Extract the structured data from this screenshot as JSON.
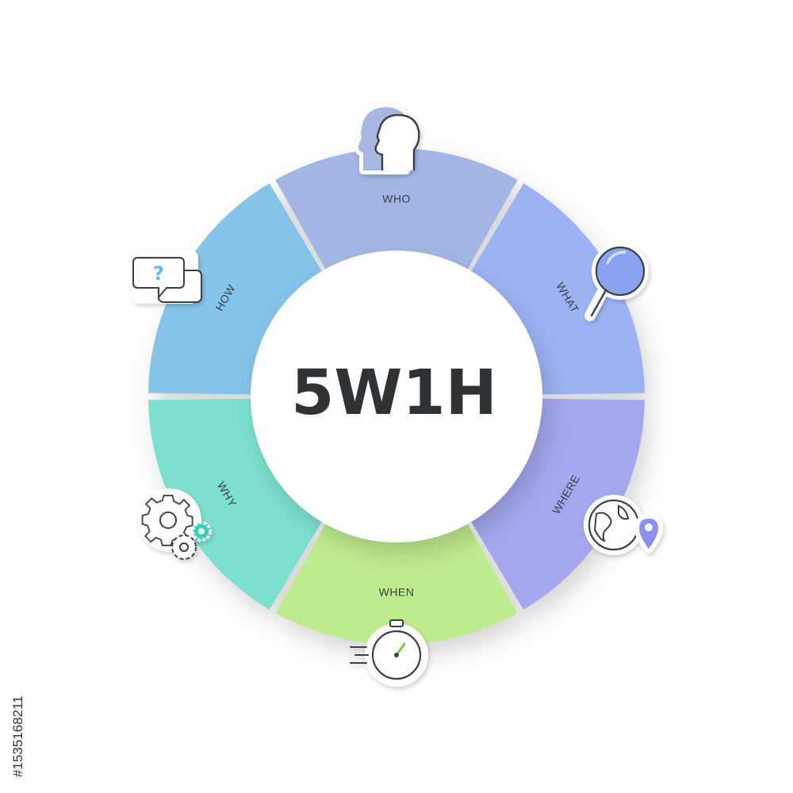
{
  "title": "5W1H",
  "segments": [
    {
      "key": "who",
      "label": "WHO",
      "color": "#a3b6e4",
      "icon": "head-silhouette-icon"
    },
    {
      "key": "what",
      "label": "WHAT",
      "color": "#9db2f3",
      "icon": "magnifier-icon"
    },
    {
      "key": "where",
      "label": "WHERE",
      "color": "#a5a7ee",
      "icon": "globe-pin-icon"
    },
    {
      "key": "when",
      "label": "WHEN",
      "color": "#bfeb8f",
      "icon": "stopwatch-icon"
    },
    {
      "key": "why",
      "label": "WHY",
      "color": "#7de0cf",
      "icon": "gears-icon"
    },
    {
      "key": "how",
      "label": "HOW",
      "color": "#85c3ea",
      "icon": "question-bubble-icon"
    }
  ],
  "accent_color": "#87d2f0",
  "stock_id": "#1535168211"
}
